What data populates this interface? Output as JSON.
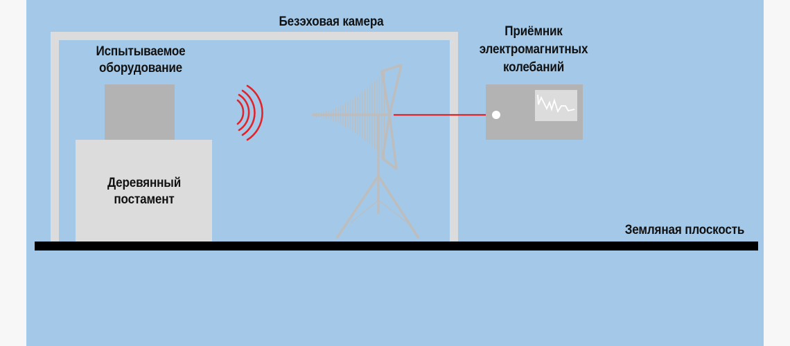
{
  "title": "Безэховая камера",
  "labels": {
    "chamber": "Безэховая камера",
    "equipment_line1": "Испытываемое",
    "equipment_line2": "оборудование",
    "pedestal_line1": "Деревянный",
    "pedestal_line2": "постамент",
    "receiver_line1": "Приёмник",
    "receiver_line2": "электромагнитных",
    "receiver_line3": "колебаний",
    "ground": "Земляная плоскость"
  },
  "colors": {
    "background": "#a4c9e8",
    "page": "#f7f7f7",
    "chamber_wall": "#dcdcdc",
    "equipment": "#b3b3b3",
    "pedestal": "#dcdcdc",
    "antenna": "#bdbdbd",
    "signal": "#e0242a",
    "ground": "#000000",
    "receiver": "#b3b3b3",
    "receiver_screen": "#dcdcdc"
  }
}
